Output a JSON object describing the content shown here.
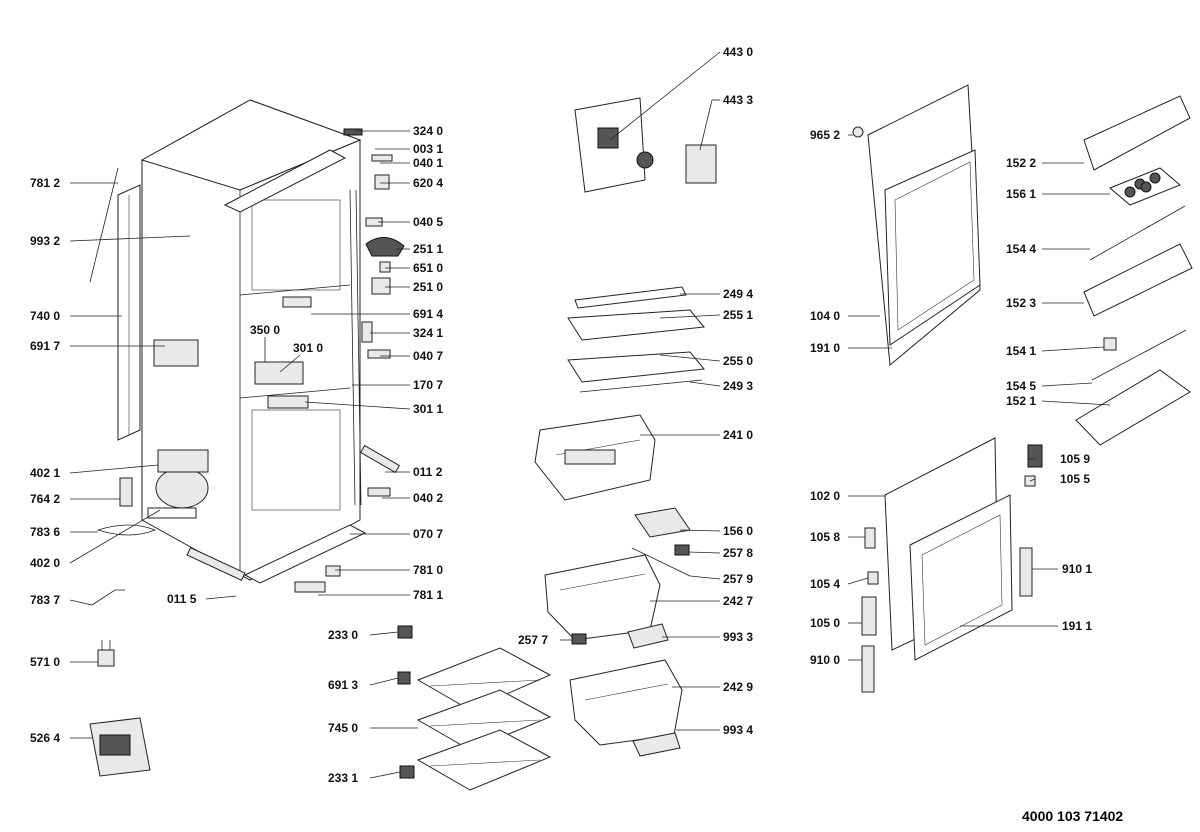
{
  "document_number": "4000 103 71402",
  "part_labels": [
    "324 0",
    "003 1",
    "040 1",
    "620 4",
    "040 5",
    "251 1",
    "651 0",
    "251 0",
    "691 4",
    "324 1",
    "040 7",
    "170 7",
    "301 1",
    "011 2",
    "040 2",
    "070 7",
    "781 0",
    "781 1",
    "011 5",
    "781 2",
    "993 2",
    "740 0",
    "691 7",
    "350 0",
    "301 0",
    "402 1",
    "764 2",
    "783 6",
    "402 0",
    "783 7",
    "571 0",
    "526 4",
    "443 0",
    "443 3",
    "249 4",
    "255 1",
    "255 0",
    "249 3",
    "241 0",
    "156 0",
    "257 8",
    "257 9",
    "242 7",
    "993 3",
    "257 7",
    "242 9",
    "993 4",
    "233 0",
    "691 3",
    "745 0",
    "233 1",
    "965 2",
    "104 0",
    "191 0",
    "152 2",
    "156 1",
    "154 4",
    "152 3",
    "154 1",
    "154 5",
    "152 1",
    "105 9",
    "105 5",
    "102 0",
    "105 8",
    "105 4",
    "105 0",
    "910 0",
    "910 1",
    "191 1"
  ]
}
